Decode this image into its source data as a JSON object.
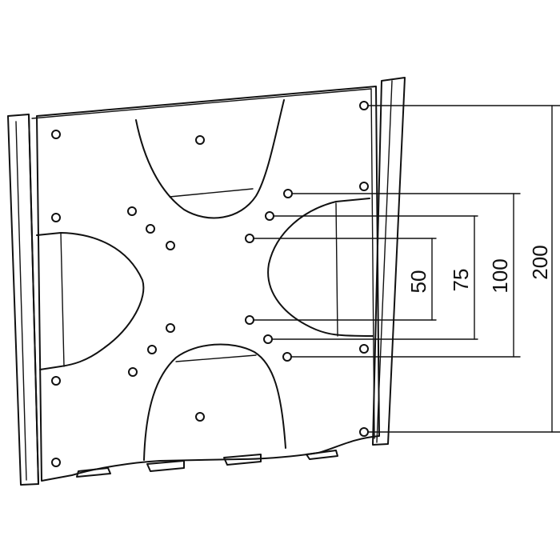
{
  "diagram": {
    "dimension_labels": {
      "d50": "50",
      "d75": "75",
      "d100": "100",
      "d200": "200"
    }
  },
  "colors": {
    "line": "#111111",
    "background": "#ffffff"
  }
}
